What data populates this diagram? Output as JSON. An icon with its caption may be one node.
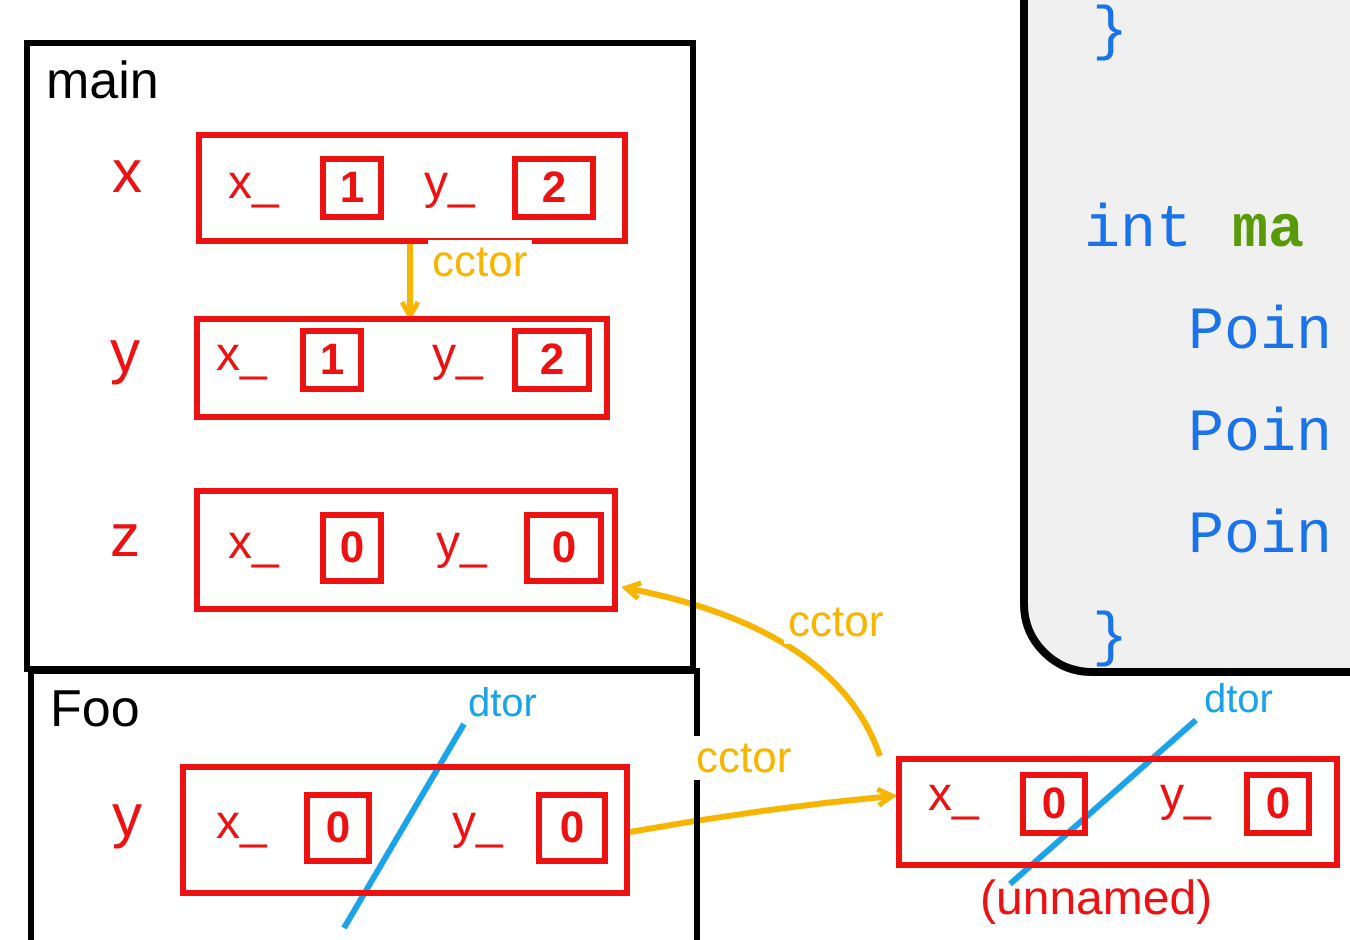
{
  "diagram": {
    "nodes": [
      {
        "text": [
          "main"
        ]
      },
      {
        "text": [],
        "shape": "box",
        "in": 0,
        "beside": [
          "x"
        ]
      },
      {
        "text": [
          "1"
        ],
        "in": 1,
        "beside": [
          "x_"
        ]
      },
      {
        "text": [
          "2"
        ],
        "in": 1,
        "beside": [
          "y_"
        ]
      },
      {
        "text": [],
        "shape": "box",
        "in": 0,
        "beside": [
          "y"
        ]
      },
      {
        "text": [
          "1"
        ],
        "in": 4,
        "beside": [
          "x_"
        ]
      },
      {
        "text": [
          "2"
        ],
        "in": 4,
        "beside": [
          "y_"
        ]
      },
      {
        "text": [],
        "shape": "box",
        "in": 0,
        "beside": [
          "z"
        ]
      },
      {
        "text": [
          "0"
        ],
        "in": 7,
        "beside": [
          "x_"
        ]
      },
      {
        "text": [
          "0"
        ],
        "in": 7,
        "beside": [
          "y_"
        ]
      },
      {
        "text": [
          "Foo"
        ]
      },
      {
        "text": [],
        "shape": "box",
        "in": 10,
        "beside": [
          "y"
        ]
      },
      {
        "text": [
          "0"
        ],
        "in": 11,
        "beside": [
          "x_"
        ]
      },
      {
        "text": [
          "0"
        ],
        "in": 11,
        "beside": [
          "y_"
        ]
      },
      {
        "text": [],
        "shape": "box",
        "beside": [
          "(unnamed)"
        ]
      },
      {
        "text": [
          "0"
        ],
        "in": 14,
        "beside": [
          "x_"
        ]
      },
      {
        "text": [
          "0"
        ],
        "in": 14,
        "beside": [
          "y_"
        ]
      },
      {
        "text": [
          "}",
          "int",
          "ma",
          "Poin",
          "Poin",
          "Poin",
          "}"
        ]
      }
    ],
    "edges": [
      {
        "from": 1,
        "to": 4,
        "arrow": "to",
        "label": "cctor"
      },
      {
        "from": 11,
        "to": 14,
        "arrow": "to",
        "label": "cctor"
      },
      {
        "from": 14,
        "to": 7,
        "arrow": "to",
        "label": "cctor"
      }
    ],
    "labels": [
      "dtor",
      "dtor"
    ]
  }
}
